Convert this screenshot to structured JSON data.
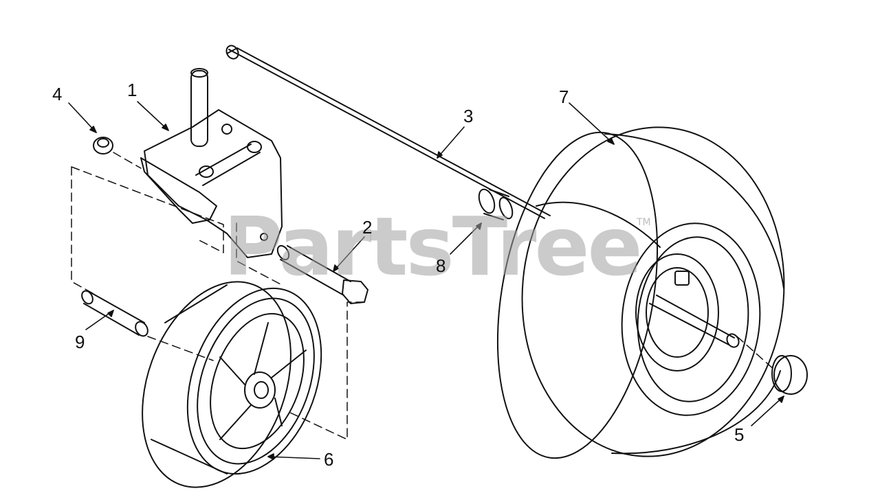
{
  "watermark": {
    "text": "PartsTree",
    "trademark": "TM"
  },
  "callouts": [
    {
      "id": "c1",
      "label": "1"
    },
    {
      "id": "c2",
      "label": "2"
    },
    {
      "id": "c3",
      "label": "3"
    },
    {
      "id": "c4",
      "label": "4"
    },
    {
      "id": "c5",
      "label": "5"
    },
    {
      "id": "c6",
      "label": "6"
    },
    {
      "id": "c7",
      "label": "7"
    },
    {
      "id": "c8",
      "label": "8"
    },
    {
      "id": "c9",
      "label": "9"
    }
  ],
  "colors": {
    "line": "#111111",
    "watermark": "#a0a0a0",
    "background": "#ffffff"
  }
}
